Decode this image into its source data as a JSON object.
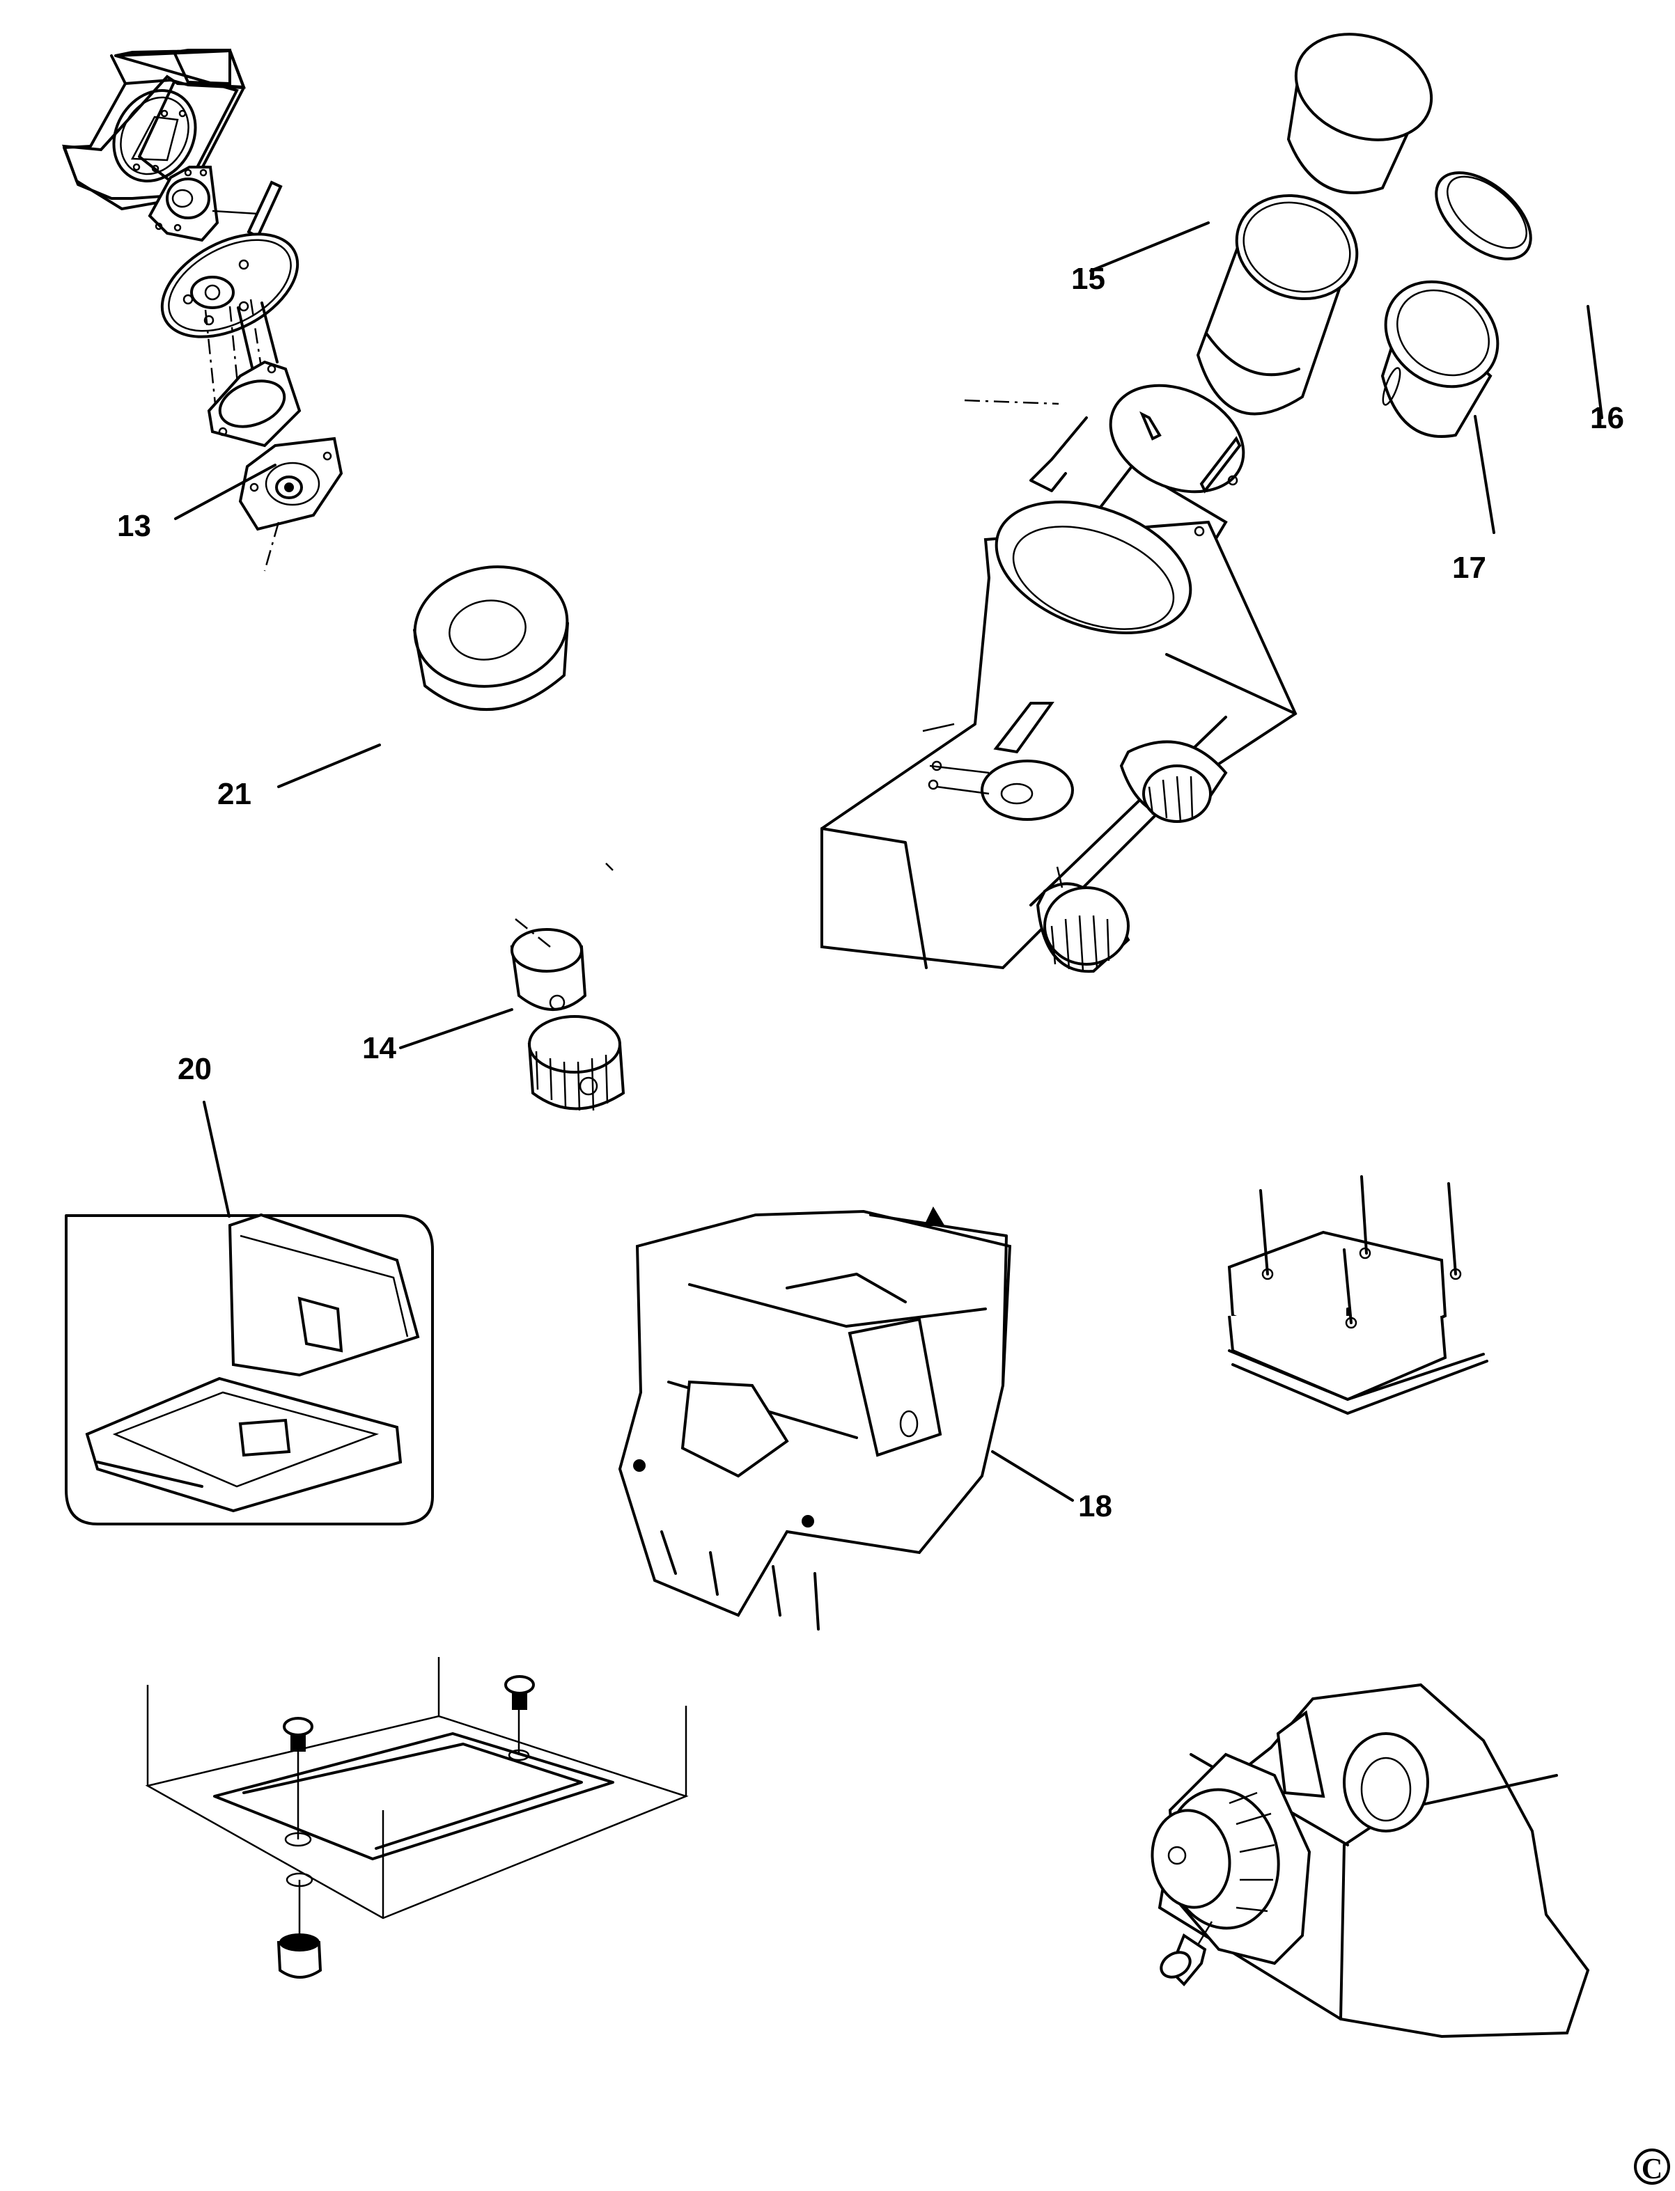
{
  "diagram": {
    "type": "exploded-parts-diagram",
    "callouts": [
      {
        "id": "13",
        "label": "13",
        "part": "bearing-plate-assembly"
      },
      {
        "id": "14",
        "label": "14",
        "part": "focus-knob"
      },
      {
        "id": "15",
        "label": "15",
        "part": "eyepiece-tube"
      },
      {
        "id": "16",
        "label": "16",
        "part": "eyepiece-ring"
      },
      {
        "id": "17",
        "label": "17",
        "part": "eyepiece-cap"
      },
      {
        "id": "18",
        "label": "18",
        "part": "main-frame"
      },
      {
        "id": "20",
        "label": "20",
        "part": "carry-case"
      },
      {
        "id": "21",
        "label": "21",
        "part": "mount-flange"
      }
    ],
    "copyright_symbol": "©"
  }
}
